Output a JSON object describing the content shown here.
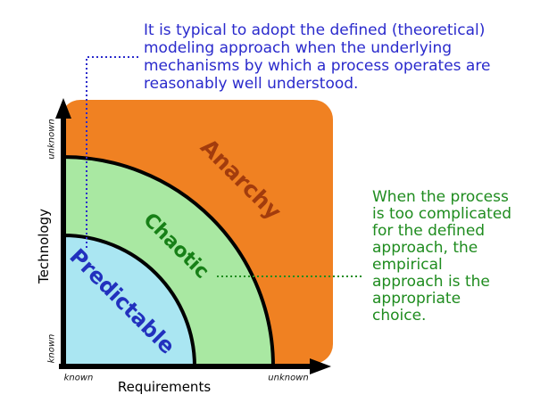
{
  "diagram": {
    "name": "process-predictability-quadrant",
    "zones": {
      "anarchy": {
        "label": "Anarchy"
      },
      "chaotic": {
        "label": "Chaotic"
      },
      "predictable": {
        "label": "Predictable"
      }
    },
    "axes": {
      "y_title": "Technology",
      "x_title": "Requirements",
      "y_top_tick": "unknown",
      "y_bottom_tick": "known",
      "x_left_tick": "known",
      "x_right_tick": "unknown"
    },
    "annotations": {
      "blue": {
        "lines": [
          "It is typical to adopt the defined (theoretical)",
          "modeling approach when the underlying",
          "mechanisms by which a process operates are",
          "reasonably well understood."
        ]
      },
      "green": {
        "lines": [
          "When the process",
          "is too complicated",
          "for the defined",
          "approach, the",
          "empirical",
          "approach is the",
          "appropriate",
          "choice."
        ]
      }
    },
    "colors": {
      "orange": "#F08122",
      "light_green": "#A9E8A2",
      "light_blue": "#AAE6F2",
      "outline": "#000000",
      "anarchy_label": "#A23C0D",
      "chaotic_label": "#178017",
      "predictable_label": "#2231BE",
      "note_blue": "#2A2ACC",
      "note_green": "#1F8C1F"
    }
  }
}
